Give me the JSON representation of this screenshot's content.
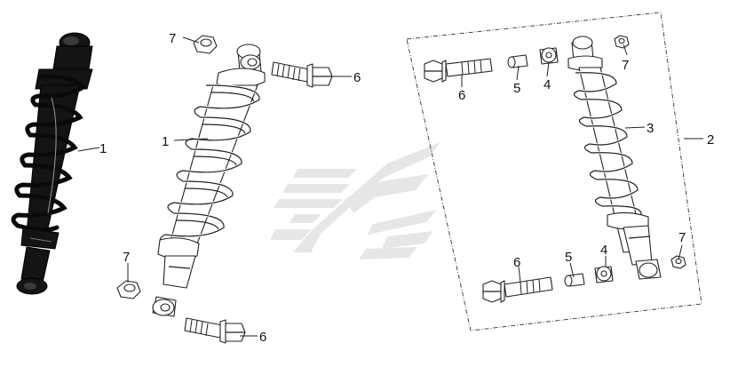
{
  "callouts": [
    {
      "id": "a",
      "text": "1"
    },
    {
      "id": "b",
      "text": "7"
    },
    {
      "id": "c",
      "text": "6"
    },
    {
      "id": "d",
      "text": "1"
    },
    {
      "id": "e",
      "text": "7"
    },
    {
      "id": "f",
      "text": "6"
    },
    {
      "id": "g",
      "text": "6"
    },
    {
      "id": "h",
      "text": "5"
    },
    {
      "id": "i",
      "text": "4"
    },
    {
      "id": "j",
      "text": "7"
    },
    {
      "id": "k",
      "text": "3"
    },
    {
      "id": "l",
      "text": "2"
    },
    {
      "id": "m",
      "text": "6"
    },
    {
      "id": "n",
      "text": "5"
    },
    {
      "id": "o",
      "text": "4"
    },
    {
      "id": "p",
      "text": "7"
    }
  ]
}
